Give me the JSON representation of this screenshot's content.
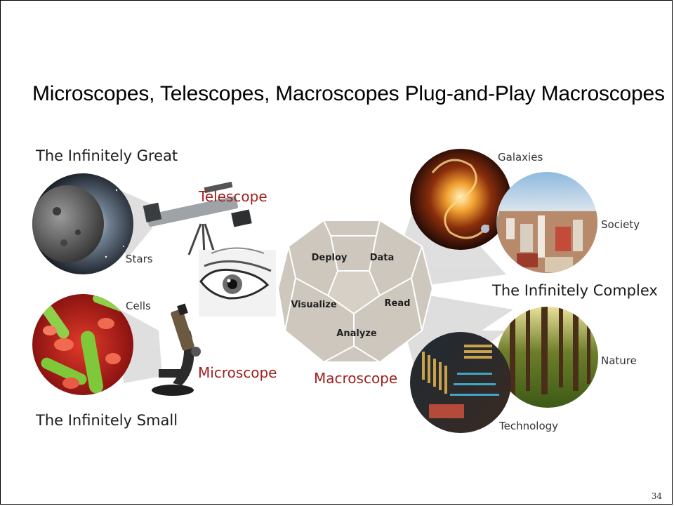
{
  "slide": {
    "title": "Microscopes, Telescopes, Macroscopes Plug-and-Play Macroscopes",
    "page_number": "34"
  },
  "left": {
    "great_heading": "The Infinitely Great",
    "small_heading": "The Infinitely Small",
    "stars_label": "Stars",
    "cells_label": "Cells",
    "telescope_label": "Telescope",
    "microscope_label": "Microscope"
  },
  "center": {
    "macroscope_label": "Macroscope",
    "faces": {
      "deploy": "Deploy",
      "data": "Data",
      "visualize": "Visualize",
      "read": "Read",
      "analyze": "Analyze"
    }
  },
  "right": {
    "complex_heading": "The Infinitely Complex",
    "galaxies_label": "Galaxies",
    "society_label": "Society",
    "nature_label": "Nature",
    "technology_label": "Technology"
  },
  "colors": {
    "accent_red": "#a02020",
    "hex_fill": "#cdc7bd",
    "hex_line": "#ffffff"
  }
}
